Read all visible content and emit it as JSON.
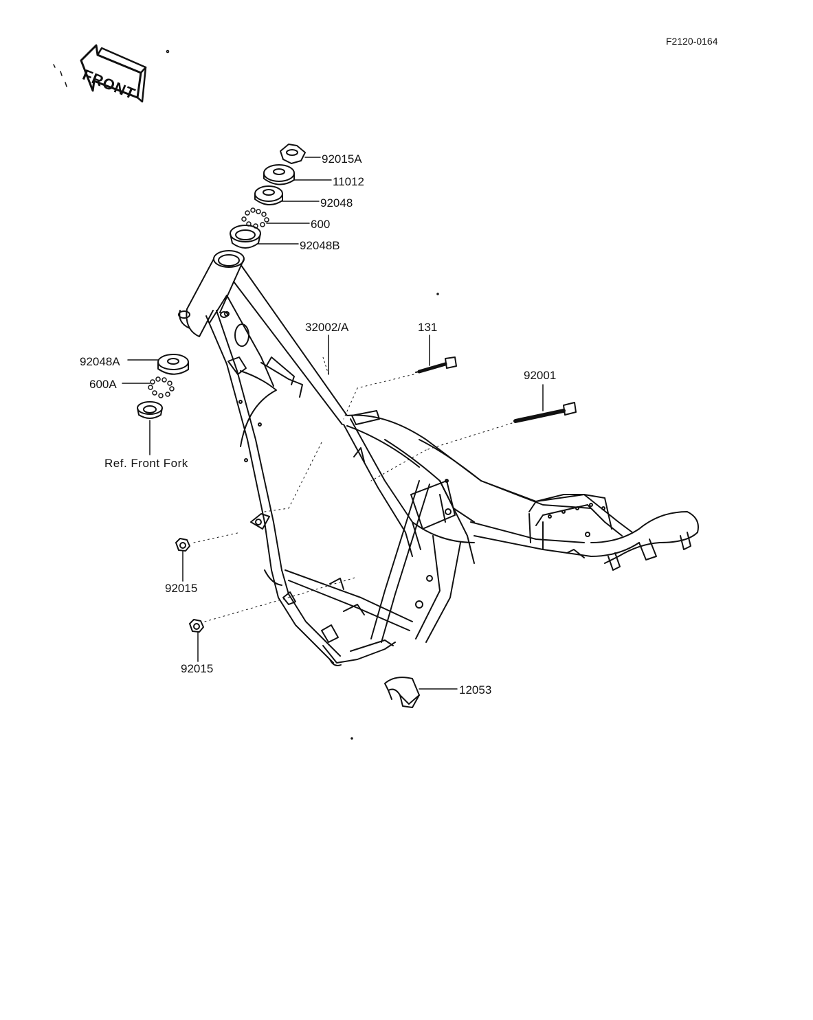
{
  "diagram_code": "F2120-0164",
  "front_arrow_label": "FRONT",
  "parts": {
    "p92015A": "92015A",
    "p11012": "11012",
    "p92048": "92048",
    "p600": "600",
    "p92048B": "92048B",
    "p32002A": "32002/A",
    "p131": "131",
    "p92001": "92001",
    "p92048A": "92048A",
    "p600A": "600A",
    "p92015_upper": "92015",
    "p92015_lower": "92015",
    "p12053": "12053"
  },
  "reference_note": "Ref.  Front Fork",
  "colors": {
    "line": "#111111",
    "background": "#ffffff"
  }
}
